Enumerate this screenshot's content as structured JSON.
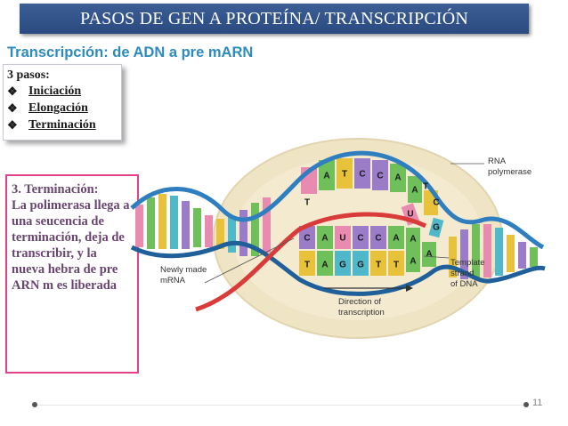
{
  "slide": {
    "title": "PASOS DE GEN A PROTEÍNA/ TRANSCRIPCIÓN",
    "subtitle": "Transcripción: de ADN a pre mARN",
    "page_number": "11"
  },
  "steps": {
    "heading": "3 pasos:",
    "bullet": "❖",
    "items": [
      {
        "label": "Iniciación"
      },
      {
        "label": "Elongación"
      },
      {
        "label": "Terminación"
      }
    ]
  },
  "note": {
    "title": "3. Terminación:",
    "text": "La polimerasa llega a una seucencia de terminación, deja de transcribir, y la nueva hebra de pre ARN m es liberada"
  },
  "diagram": {
    "labels": {
      "rna_polymerase_1": "RNA",
      "rna_polymerase_2": "polymerase",
      "newly_made_1": "Newly made",
      "newly_made_2": "mRNA",
      "template_1": "Template",
      "template_2": "strand",
      "template_3": "of DNA",
      "direction_1": "Direction of",
      "direction_2": "transcription"
    },
    "top_bases": [
      "A",
      "T",
      "C",
      "C",
      "A",
      "A",
      "T",
      "C"
    ],
    "left_base": "T",
    "mrna_bases": [
      "C",
      "A",
      "U",
      "C",
      "C",
      "A",
      "A"
    ],
    "template_bases": [
      "T",
      "A",
      "G",
      "G",
      "T",
      "T",
      "A",
      "A"
    ],
    "small_bases": [
      "U",
      "G"
    ],
    "colors": {
      "backbone": "#2f7fc0",
      "polymerase": "#efe4c4",
      "mrna": "#d93a3a",
      "base_a": "#6fbf5a",
      "base_t": "#e8c23a",
      "base_c": "#9a7cc9",
      "base_g": "#4fb8c9",
      "base_pink": "#e98ab0"
    }
  }
}
